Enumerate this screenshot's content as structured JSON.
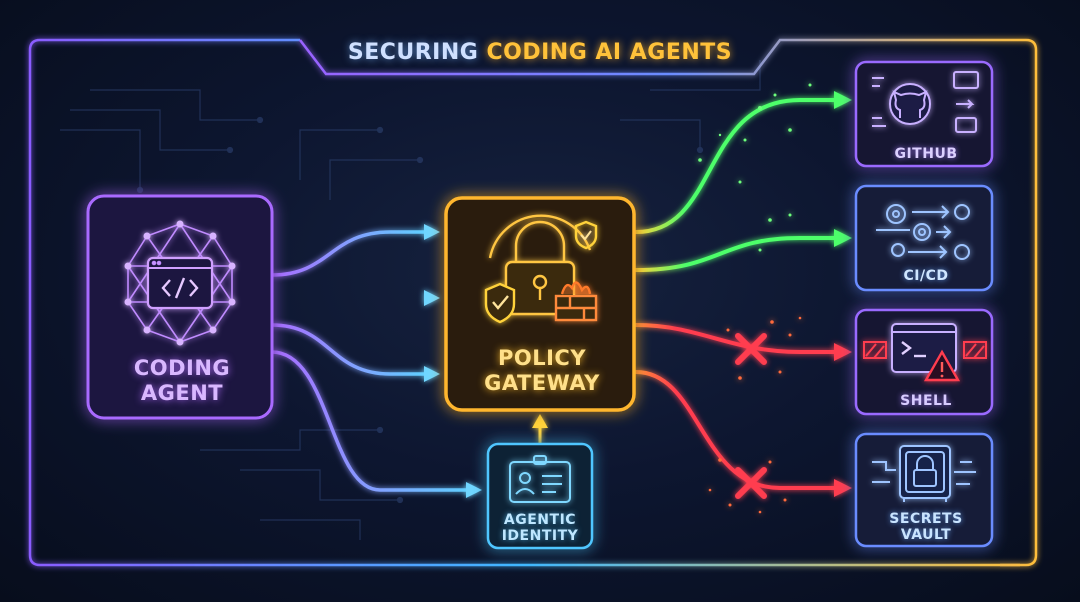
{
  "title": {
    "part1": "SECURING ",
    "part2": "CODING AI AGENTS"
  },
  "agent": {
    "label": "CODING\nAGENT"
  },
  "gateway": {
    "label": "POLICY\nGATEWAY"
  },
  "identity": {
    "label": "AGENTIC\nIDENTITY"
  },
  "services": [
    {
      "label": "GITHUB",
      "status": "allowed"
    },
    {
      "label": "CI/CD",
      "status": "allowed"
    },
    {
      "label": "SHELL",
      "status": "blocked"
    },
    {
      "label": "SECRETS\nVAULT",
      "status": "blocked"
    }
  ],
  "colors": {
    "background": "#0a1224",
    "agent": "#a96bff",
    "gateway": "#ffb62e",
    "identity": "#4fc6ff",
    "allowed": "#4dff6a",
    "blocked": "#ff3d4f",
    "frame_left": "#9a62ff",
    "frame_right": "#ffbe3a"
  },
  "icons": {
    "agent": "code-window-network-icon",
    "gateway": "padlock-shield-firewall-icon",
    "identity": "id-badge-icon",
    "github": "github-octocat-icon",
    "cicd": "pipeline-gears-icon",
    "shell": "terminal-warning-icon",
    "vault": "safe-lock-icon"
  }
}
